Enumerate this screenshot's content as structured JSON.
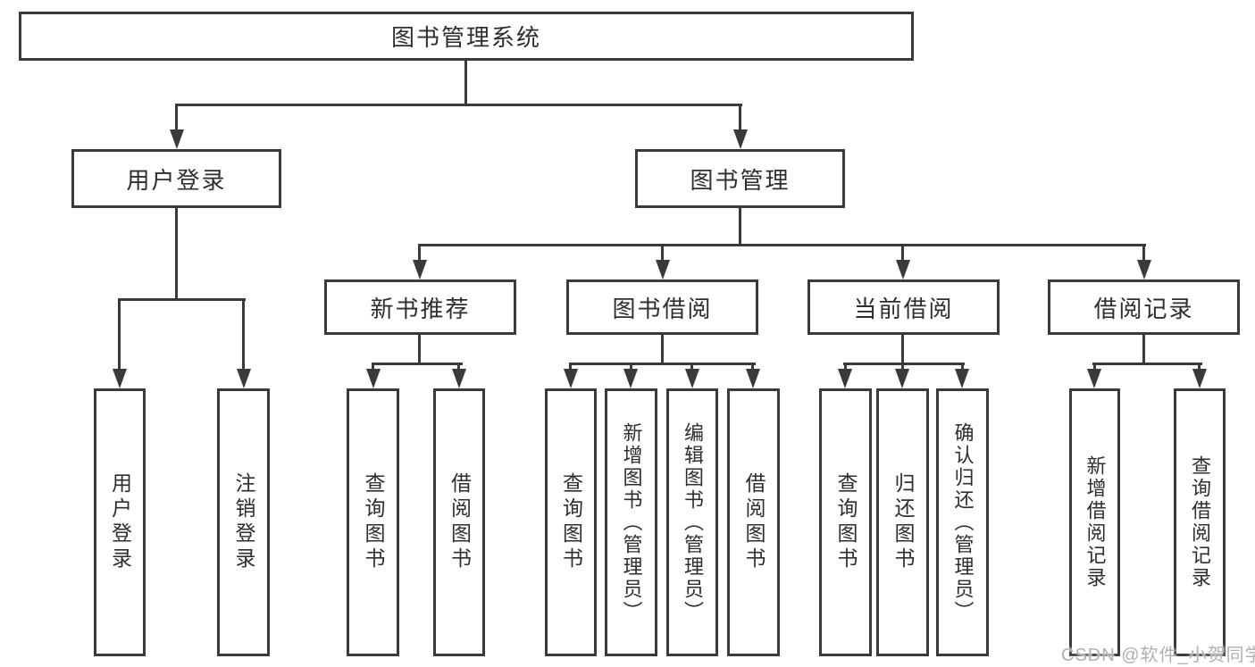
{
  "diagram": {
    "title": "图书管理系统",
    "branches": [
      {
        "label": "用户登录",
        "children": [
          {
            "label": "用户登录"
          },
          {
            "label": "注销登录"
          }
        ]
      },
      {
        "label": "图书管理",
        "children": [
          {
            "label": "新书推荐",
            "children": [
              {
                "label": "查询图书"
              },
              {
                "label": "借阅图书"
              }
            ]
          },
          {
            "label": "图书借阅",
            "children": [
              {
                "label": "查询图书"
              },
              {
                "label": "新增图书（管理员）"
              },
              {
                "label": "编辑图书（管理员）"
              },
              {
                "label": "借阅图书"
              }
            ]
          },
          {
            "label": "当前借阅",
            "children": [
              {
                "label": "查询图书"
              },
              {
                "label": "归还图书"
              },
              {
                "label": "确认归还（管理员）"
              }
            ]
          },
          {
            "label": "借阅记录",
            "children": [
              {
                "label": "新增借阅记录"
              },
              {
                "label": "查询借阅记录"
              }
            ]
          }
        ]
      }
    ]
  },
  "watermark": {
    "text": "CSDN @软件_小贺同学"
  },
  "colors": {
    "line": "#3a3a3a",
    "text": "#2e2e2e",
    "watermark": "#b0b0b0",
    "background": "#ffffff"
  }
}
